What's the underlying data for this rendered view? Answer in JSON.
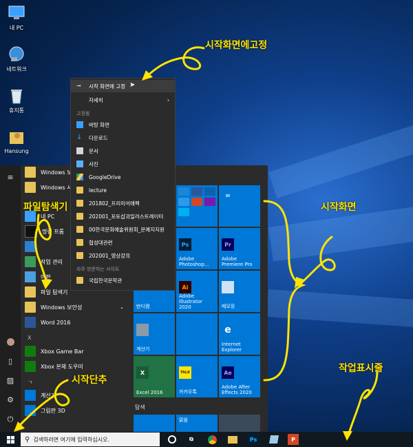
{
  "desktop": {
    "icons": [
      {
        "label": "내 PC",
        "icon": "computer-icon"
      },
      {
        "label": "네트워크",
        "icon": "network-icon"
      },
      {
        "label": "휴지통",
        "icon": "recycle-bin-icon"
      },
      {
        "label": "Hansung",
        "icon": "user-folder-icon"
      }
    ]
  },
  "context_menu": {
    "pin": "시작 화면에 고정",
    "more": "자세히",
    "pinned_header": "고정됨",
    "pinned": [
      "바탕 화면",
      "다운로드",
      "문서",
      "사진",
      "GoogleDrive",
      "lecture",
      "201802_프리미어애펙",
      "202001_포토샵과일러스트레이터",
      "00한국문화예술위원회_문예지지원",
      "협성대관련",
      "202001_영상강의"
    ],
    "frequent_header": "자주 방문하는 사이트",
    "frequent": [
      "국립한국문학관"
    ]
  },
  "start_menu": {
    "apps": {
      "windows_a": "Windows 보",
      "windows_b": "Windows 시",
      "mypc": "내 PC",
      "cmd": "명령 프롬",
      "task": "작업 관리",
      "viewer": "어판",
      "explorer": "파일 탐색기",
      "security": "Windows 보안성",
      "word": "Word 2016",
      "x_header": "X",
      "xbox": "Xbox Game Bar",
      "xbox_help": "Xbox 본체 도우미",
      "kr_header": "ㄱ",
      "calc": "계산기",
      "paint3d": "그림판 3D"
    },
    "tiles": {
      "ps": "Adobe Photoshop...",
      "pr": "Adobe Premiere Pro",
      "ai": "Adobe Illustrator 2020",
      "memo": "메모장",
      "calc": "계산기",
      "ie": "Internet Explorer",
      "excel": "Excel 2016",
      "kakao": "카카오톡",
      "ae": "Adobe After Effects 2020",
      "bandicam": "반디캠",
      "explore_header": "탐색",
      "weather": "맑음"
    }
  },
  "taskbar": {
    "search_placeholder": "검색하려면 여기에 입력하십시오."
  },
  "annotations": {
    "pin_to_start": "시작화면에고정",
    "start_screen": "시작화면",
    "file_explorer": "파일탐색기",
    "start_button": "시작단추",
    "taskbar": "작업표시줄"
  }
}
